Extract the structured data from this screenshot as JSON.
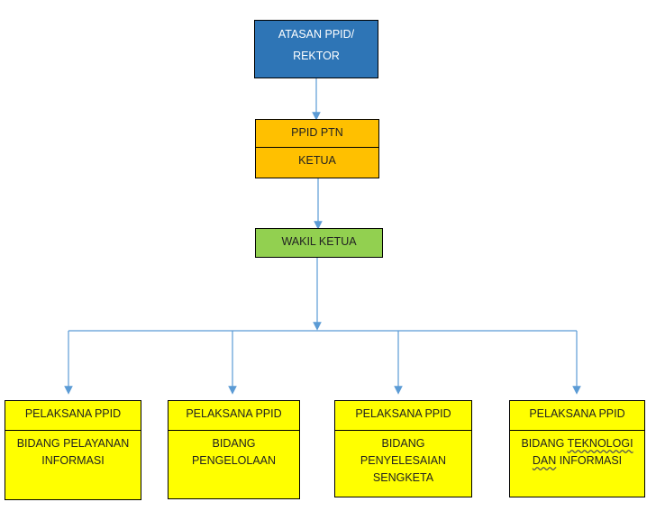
{
  "diagram": {
    "top": {
      "line1": "ATASAN PPID/",
      "line2": "REKTOR"
    },
    "ppid": {
      "line1": "PPID PTN",
      "line2": "KETUA"
    },
    "wakil": {
      "label": "WAKIL KETUA"
    },
    "executors": [
      {
        "head": "PELAKSANA PPID",
        "lines": [
          "BIDANG PELAYANAN",
          "INFORMASI"
        ]
      },
      {
        "head": "PELAKSANA PPID",
        "lines": [
          "BIDANG",
          "PENGELOLAAN"
        ]
      },
      {
        "head": "PELAKSANA PPID",
        "lines": [
          "BIDANG",
          "PENYELESAIAN",
          "SENGKETA"
        ]
      },
      {
        "head": "PELAKSANA PPID",
        "lines_parts": [
          [
            "BIDANG ",
            "TEKNOLOGI"
          ],
          [
            "DAN",
            " INFORMASI"
          ]
        ]
      }
    ]
  },
  "colors": {
    "top": "#2e75b6",
    "ppid": "#ffc000",
    "wakil": "#92d050",
    "executor": "#ffff00",
    "connector": "#5b9bd5"
  }
}
